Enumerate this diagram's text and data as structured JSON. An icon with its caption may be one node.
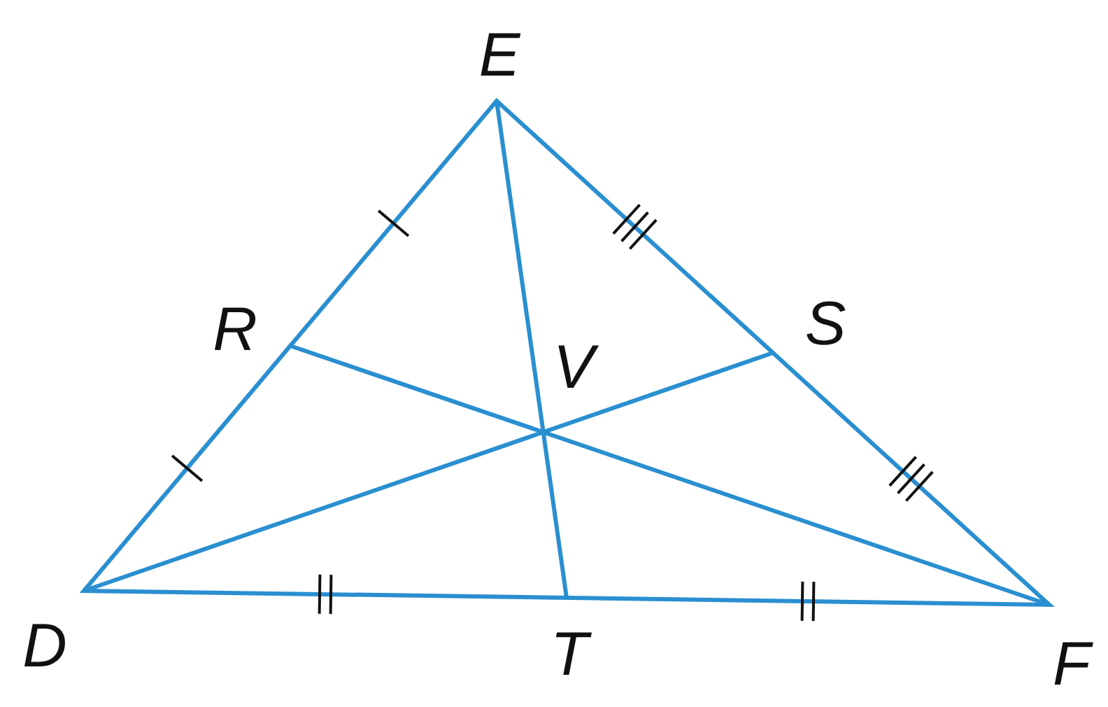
{
  "diagram": {
    "labels": [
      "E",
      "R",
      "S",
      "V",
      "D",
      "T",
      "F"
    ]
  }
}
